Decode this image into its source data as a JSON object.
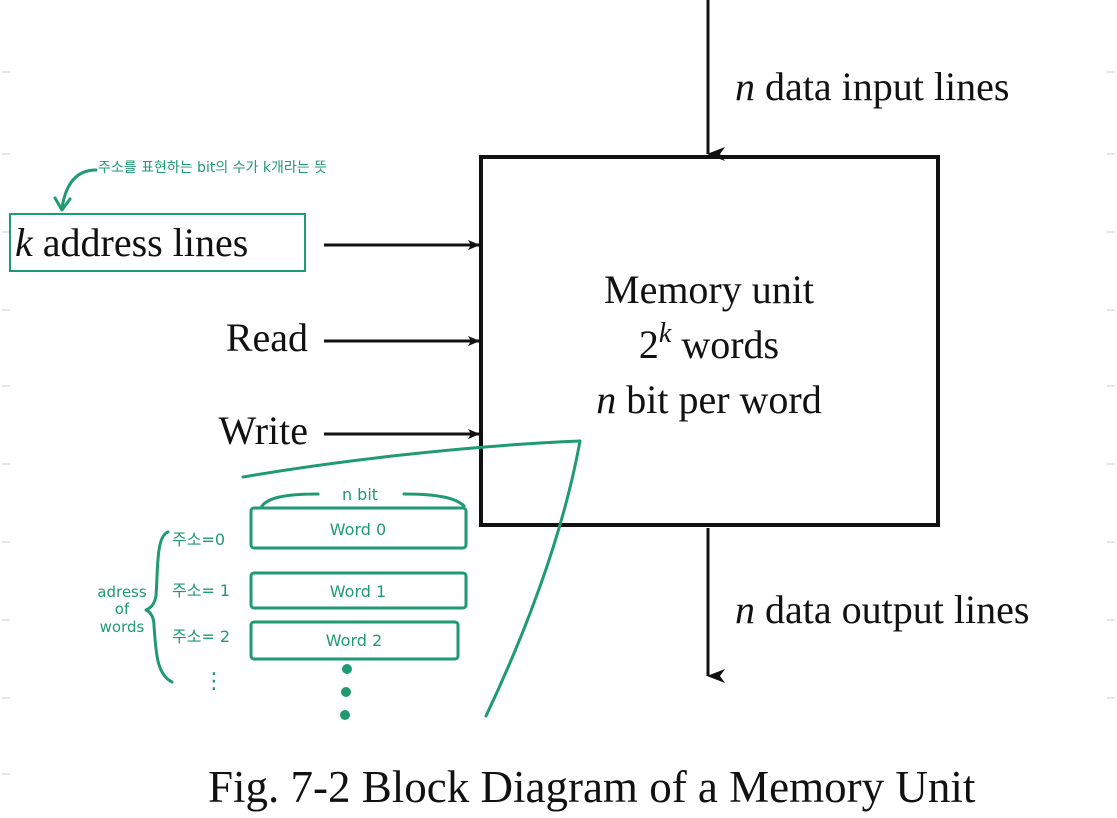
{
  "inputs": {
    "data_in": {
      "var": "n",
      "text": " data input lines"
    },
    "address": {
      "var": "k",
      "text": " address lines"
    },
    "read": "Read",
    "write": "Write"
  },
  "memory_box": {
    "line1": "Memory unit",
    "line2_base": "2",
    "line2_exp": "k",
    "line2_rest": " words",
    "line3_var": "n",
    "line3_rest": " bit per word"
  },
  "output": {
    "var": "n",
    "text": " data output lines"
  },
  "caption": "Fig. 7-2  Block Diagram of a Memory Unit",
  "annotations": {
    "address_note": "주소를 표현하는 bit의 수가 k개라는 뜻",
    "n_bit": "n bit",
    "words": [
      "Word 0",
      "Word 1",
      "Word 2"
    ],
    "addresses": [
      "주소=0",
      "주소= 1",
      "주소= 2"
    ],
    "ellipsis": "⋮",
    "side_label": [
      "adress",
      "of",
      "words"
    ]
  },
  "colors": {
    "ink": "#111111",
    "annotation": "#1f9a72"
  }
}
